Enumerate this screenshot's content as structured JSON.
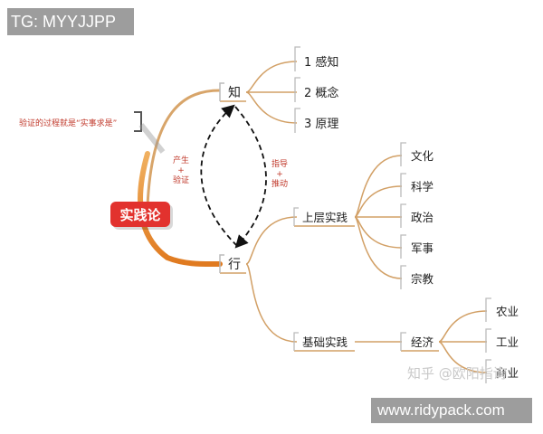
{
  "watermarks": {
    "top": "TG: MYYJJPP",
    "bottom": "www.ridypack.com",
    "credit": "知乎 @欧阳指询"
  },
  "root": {
    "label": "实践论"
  },
  "note": {
    "text": "验证的过程就是“实事求是”"
  },
  "edge_labels": {
    "left": [
      "产生",
      "+",
      "验证"
    ],
    "center": [
      "指导",
      "+",
      "推动"
    ]
  },
  "knowledge": {
    "label": "知",
    "children": [
      "1 感知",
      "2 概念",
      "3 原理"
    ]
  },
  "practice": {
    "label": "行",
    "upper": {
      "label": "上层实践",
      "children": [
        "文化",
        "科学",
        "政治",
        "军事",
        "宗教"
      ]
    },
    "base": {
      "label": "基础实践",
      "economy": {
        "label": "经济",
        "children": [
          "农业",
          "工业",
          "商业"
        ]
      }
    }
  },
  "colors": {
    "branch": "#d2a066",
    "thick_branch": "#e4882f",
    "root_bg": "#e2322e",
    "edge_label": "#c0392b",
    "watermark_bg": "#9d9d9d"
  }
}
